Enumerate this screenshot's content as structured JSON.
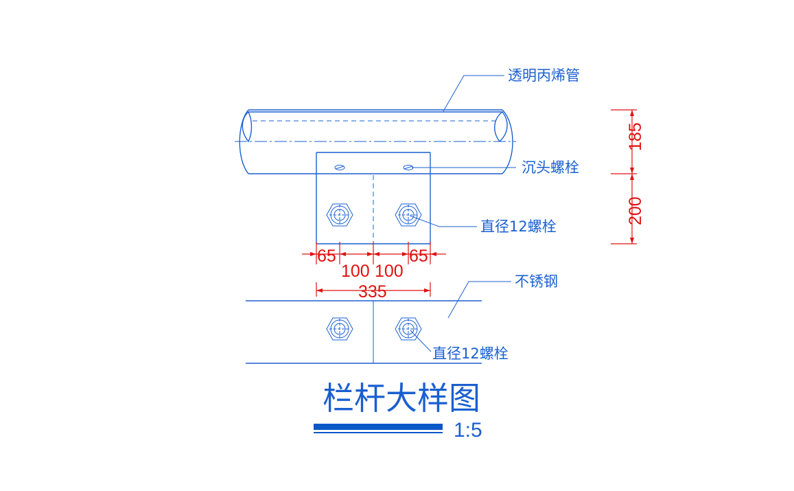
{
  "labels": {
    "pipe": "透明丙烯管",
    "countersunk_bolt": "沉头螺栓",
    "bolt_upper": "直径12螺栓",
    "steel": "不锈钢",
    "bolt_lower": "直径12螺栓"
  },
  "dimensions": {
    "left_edge": "65",
    "left_mid": "100",
    "right_mid": "100",
    "right_edge": "65",
    "total_width": "335",
    "vertical_top": "185",
    "vertical_bottom": "200"
  },
  "title": "栏杆大样图",
  "scale": "1:5",
  "colors": {
    "lines": "#1a5fd0",
    "dimensions": "#e01010",
    "title_bar": "#0a58c8"
  }
}
